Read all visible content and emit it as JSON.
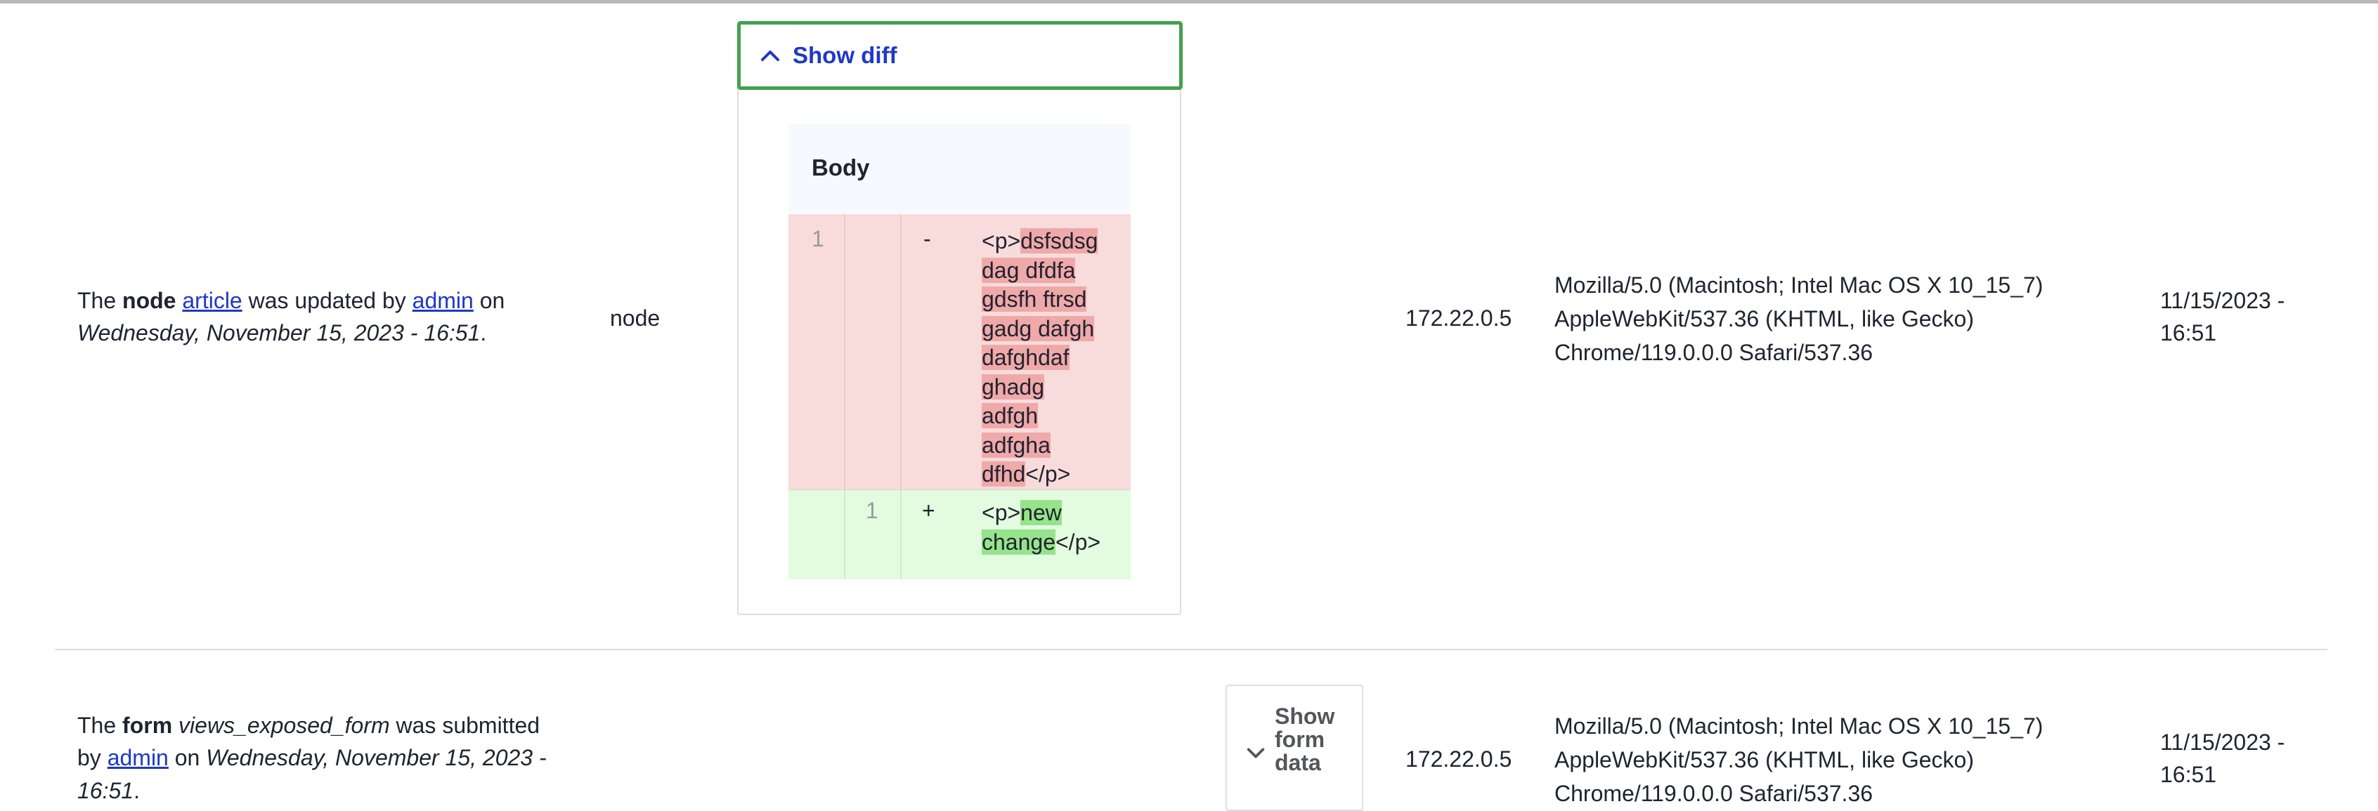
{
  "rows": [
    {
      "message_prefix": "The ",
      "message_bold": "node",
      "message_link1": "article",
      "message_mid": " was updated by ",
      "message_link2": "admin",
      "message_suffix": " on",
      "message_date": "Wednesday, November 15, 2023 - 16:51",
      "message_end": ".",
      "type": "node",
      "ip": "172.22.0.5",
      "agent_line1": "Mozilla/5.0 (Macintosh; Intel Mac OS X 10_15_7)",
      "agent_line2": "AppleWebKit/537.36 (KHTML, like Gecko)",
      "agent_line3": "Chrome/119.0.0.0 Safari/537.36",
      "date_line1": "11/15/2023 -",
      "date_line2": "16:51"
    },
    {
      "message_prefix": "The ",
      "message_bold": "form",
      "message_italic": "views_exposed_form",
      "message_mid": " was submitted",
      "message_by": "by ",
      "message_link": "admin",
      "message_on": " on ",
      "message_date_a": "Wednesday, November 15, 2023 -",
      "message_date_b": "16:51",
      "message_end": ".",
      "ip": "172.22.0.5",
      "agent_line1": "Mozilla/5.0 (Macintosh; Intel Mac OS X 10_15_7)",
      "agent_line2": "AppleWebKit/537.36 (KHTML, like Gecko)",
      "agent_line3": "Chrome/119.0.0.0 Safari/537.36",
      "date_line1": "11/15/2023 -",
      "date_line2": "16:51"
    }
  ],
  "diff": {
    "summary_label": "Show diff",
    "summary_icon": "chevron-up-icon",
    "field_heading": "Body",
    "deleted": {
      "line_number": "1",
      "sign": "-",
      "lines": [
        {
          "pre": "<p>",
          "hl": "dsfsdsg",
          "post": ""
        },
        {
          "pre": "",
          "hl": "dag dfdfa",
          "post": ""
        },
        {
          "pre": "",
          "hl": "gdsfh ftrsd",
          "post": ""
        },
        {
          "pre": "",
          "hl": "gadg dafgh",
          "post": ""
        },
        {
          "pre": "",
          "hl": "dafghdaf",
          "post": ""
        },
        {
          "pre": "",
          "hl": "ghadg",
          "post": ""
        },
        {
          "pre": "",
          "hl": "adfgh",
          "post": ""
        },
        {
          "pre": "",
          "hl": "adfgha",
          "post": ""
        },
        {
          "pre": "",
          "hl": "dfhd",
          "post": "</p>"
        }
      ]
    },
    "added": {
      "line_number": "1",
      "sign": "+",
      "lines": [
        {
          "pre": "<p>",
          "hl": "new",
          "post": ""
        },
        {
          "pre": "",
          "hl": "change",
          "post": "</p>"
        }
      ]
    }
  },
  "form_button": {
    "label_line1": "Show",
    "label_line2": "form",
    "label_line3": "data",
    "icon": "chevron-down-icon"
  },
  "colors": {
    "link": "#1f38c5",
    "focus_border": "#42a14f",
    "deleted_bg": "#f8dbdb",
    "deleted_highlight": "#efa9a9",
    "added_bg": "#e3fbdf",
    "added_highlight": "#95e48b"
  }
}
